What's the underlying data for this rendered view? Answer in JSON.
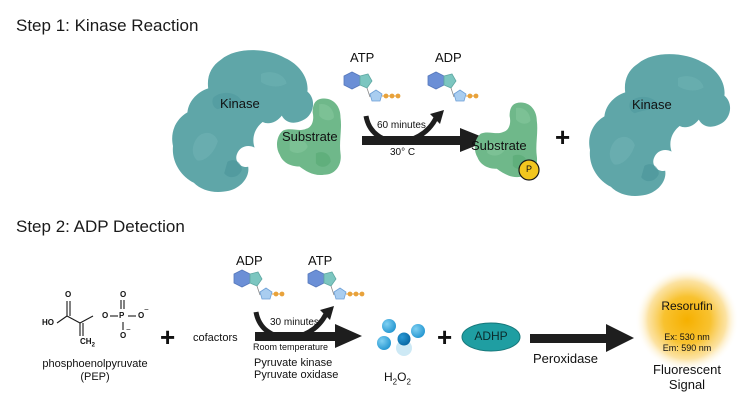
{
  "step1": {
    "title": "Step 1: Kinase Reaction",
    "kinase_left_label": "Kinase",
    "substrate_left_label": "Substrate",
    "atp_label": "ATP",
    "adp_label": "ADP",
    "time_label": "60 minutes",
    "temp_label": "30° C",
    "substrate_right_label": "Substrate",
    "phosphate_label": "P",
    "plus": "+",
    "kinase_right_label": "Kinase"
  },
  "step2": {
    "title": "Step 2: ADP Detection",
    "pep": {
      "name": "phosphoenolpyruvate",
      "abbr": "(PEP)",
      "atoms": {
        "o_top": "O",
        "ho": "HO",
        "ch2": "CH",
        "ch2_sub": "2",
        "o_link": "O",
        "p": "P",
        "o_dbl": "O",
        "o_right": "O",
        "o_bottom": "O",
        "minus": "−"
      }
    },
    "plus1": "+",
    "cofactors": "cofactors",
    "adp_label": "ADP",
    "atp_label": "ATP",
    "time_label": "30 minutes",
    "temp_label": "Room temperature",
    "enzymes": [
      "Pyruvate kinase",
      "Pyruvate oxidase"
    ],
    "h2o2": {
      "h": "H",
      "sub1": "2",
      "o": "O",
      "sub2": "2"
    },
    "plus2": "+",
    "adhp_label": "ADHP",
    "peroxidase_label": "Peroxidase",
    "resorufin_label": "Resorufin",
    "ex_label": "Ex: 530 nm",
    "em_label": "Em: 590 nm",
    "signal_line1": "Fluorescent",
    "signal_line2": "Signal"
  },
  "colors": {
    "kinase": "#5fa6a8",
    "kinase_dark": "#4a9599",
    "substrate": "#6fb88a",
    "substrate_dark": "#56a873",
    "phosphate": "#f2c61f",
    "adenine": "#6b8fd6",
    "ribose_ring": "#7cc6c0",
    "sugar": "#a9cdf0",
    "phosphate_dots": "#e8a23b",
    "arrow": "#1e1e1e",
    "adhp": "#1f9ea2",
    "h2o2_blue": "#3aa8dd",
    "resorufin": "#f6b400"
  }
}
